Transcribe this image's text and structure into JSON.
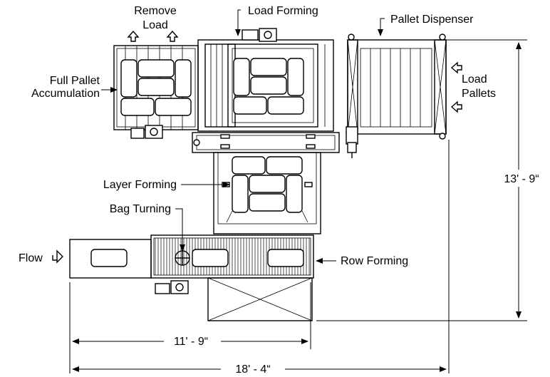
{
  "labels": {
    "remove_load": [
      "Remove",
      "Load"
    ],
    "load_forming": "Load Forming",
    "pallet_dispenser": "Pallet Dispenser",
    "full_pallet_accumulation": [
      "Full Pallet",
      "Accumulation"
    ],
    "load_pallets": [
      "Load",
      "Pallets"
    ],
    "layer_forming": "Layer Forming",
    "bag_turning": "Bag Turning",
    "flow": "Flow",
    "row_forming": "Row Forming"
  },
  "dimensions": {
    "height": "13' - 9“",
    "width_partial": "11' - 9“",
    "width_total": "18' - 4“"
  }
}
